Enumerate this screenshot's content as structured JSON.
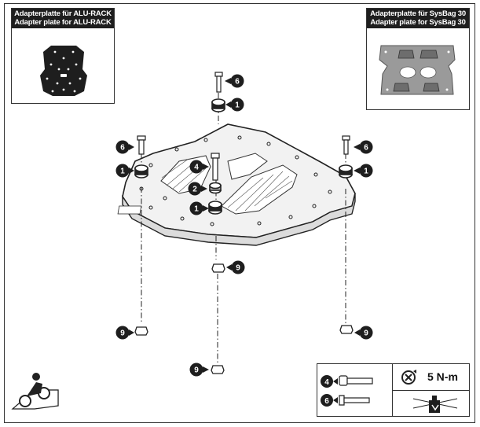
{
  "insets": {
    "left": {
      "line1": "Adapterplatte für ALU-RACK",
      "line2": "Adapter plate for ALU-RACK"
    },
    "right": {
      "line1": "Adapterplatte für SysBag 30",
      "line2": "Adapter plate for SysBag 30"
    }
  },
  "callouts": [
    {
      "num": "6"
    },
    {
      "num": "1"
    },
    {
      "num": "6"
    },
    {
      "num": "1"
    },
    {
      "num": "6"
    },
    {
      "num": "1"
    },
    {
      "num": "4"
    },
    {
      "num": "2"
    },
    {
      "num": "1"
    },
    {
      "num": "9"
    },
    {
      "num": "9"
    },
    {
      "num": "9"
    },
    {
      "num": "9"
    }
  ],
  "legend": {
    "items": [
      {
        "num": "4"
      },
      {
        "num": "6"
      }
    ],
    "torque": "5 N-m"
  },
  "colors": {
    "ink": "#1e1e1e",
    "plate_fill": "#f2f2f2",
    "sysbag_plate": "#9a9a9a"
  },
  "icons": [
    "rider-icon",
    "torque-wrench-icon",
    "threadlock-icon"
  ]
}
